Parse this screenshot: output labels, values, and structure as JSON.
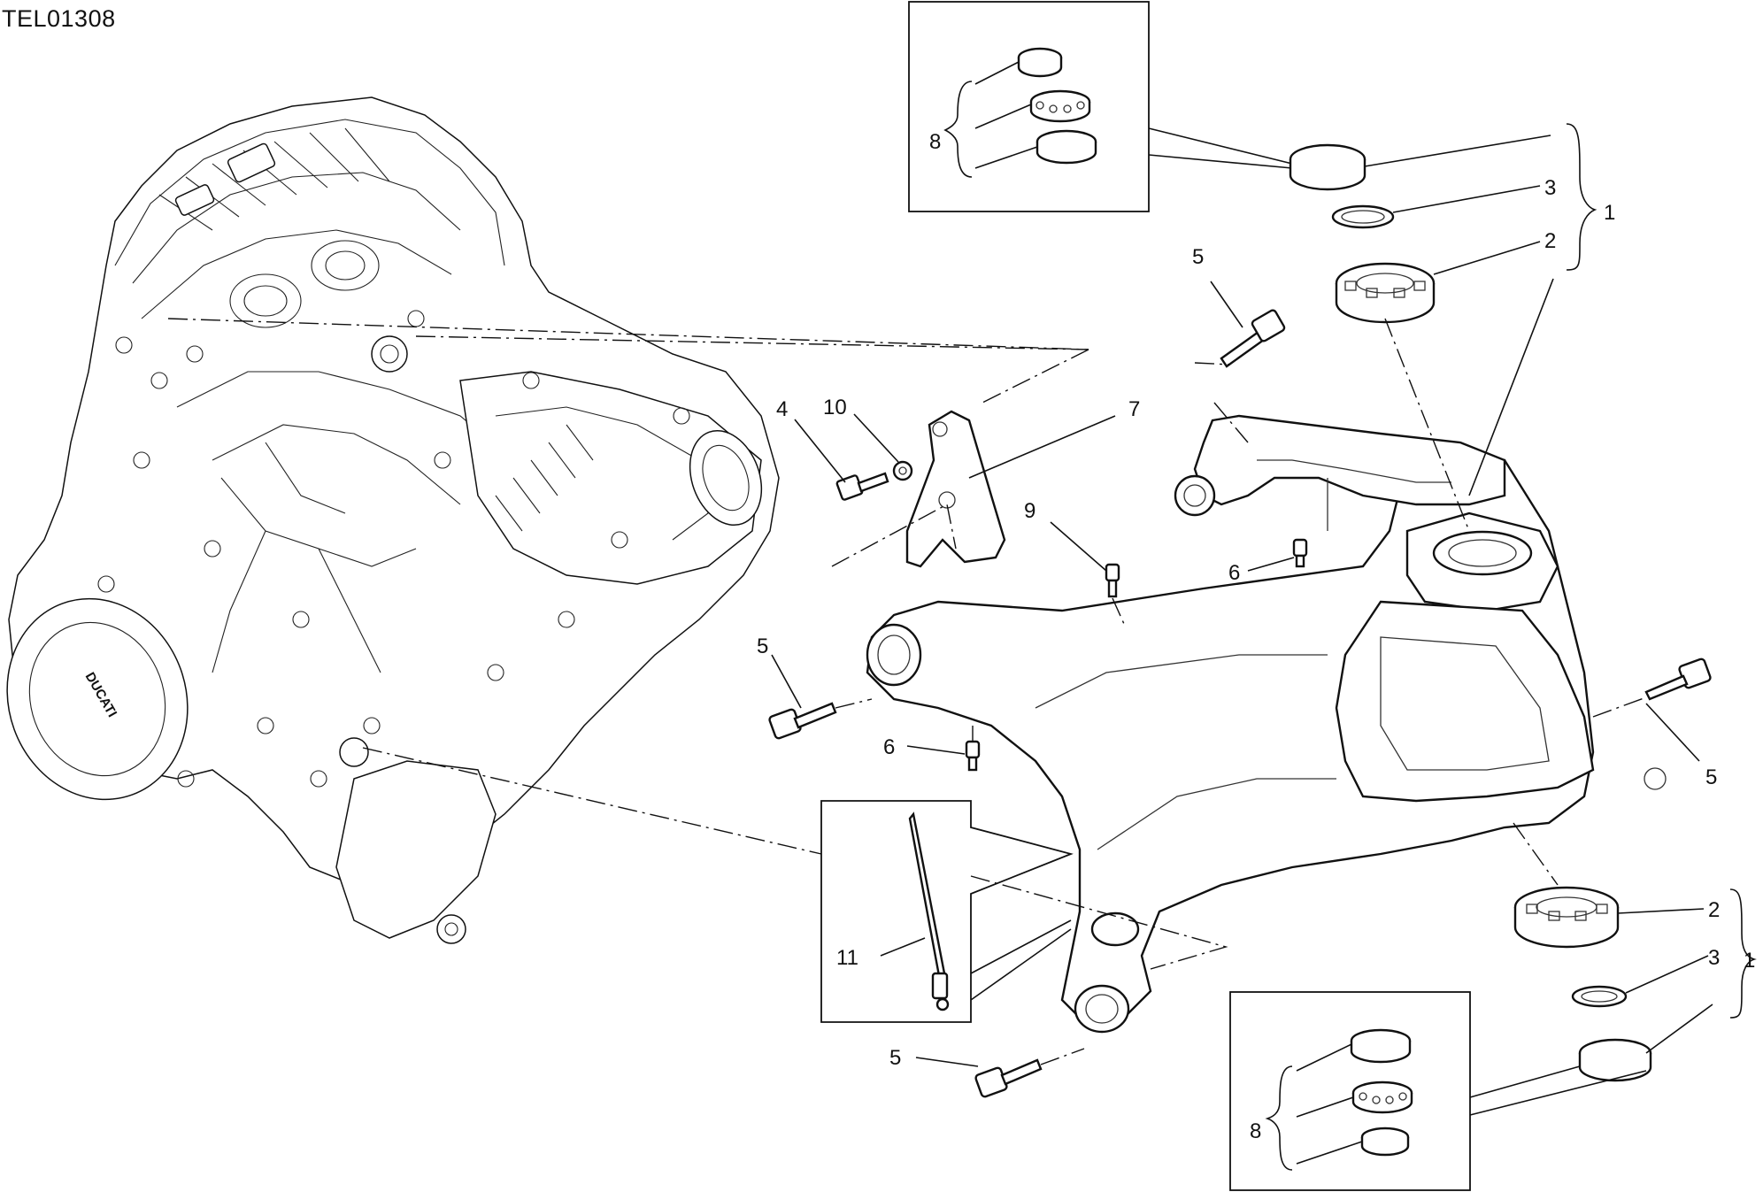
{
  "diagram": {
    "code": "TEL01308",
    "engine_brand": "DUCATI",
    "callouts": {
      "c1_top": "1",
      "c2_top": "2",
      "c3_top": "3",
      "c8_top": "8",
      "c5_top": "5",
      "c4": "4",
      "c10": "10",
      "c7": "7",
      "c9": "9",
      "c6_upper": "6",
      "c5_left": "5",
      "c6_lower": "6",
      "c5_right": "5",
      "c11": "11",
      "c5_bottom": "5",
      "c2_bottom": "2",
      "c3_bottom": "3",
      "c1_bottom": "1",
      "c8_bottom": "8"
    }
  }
}
